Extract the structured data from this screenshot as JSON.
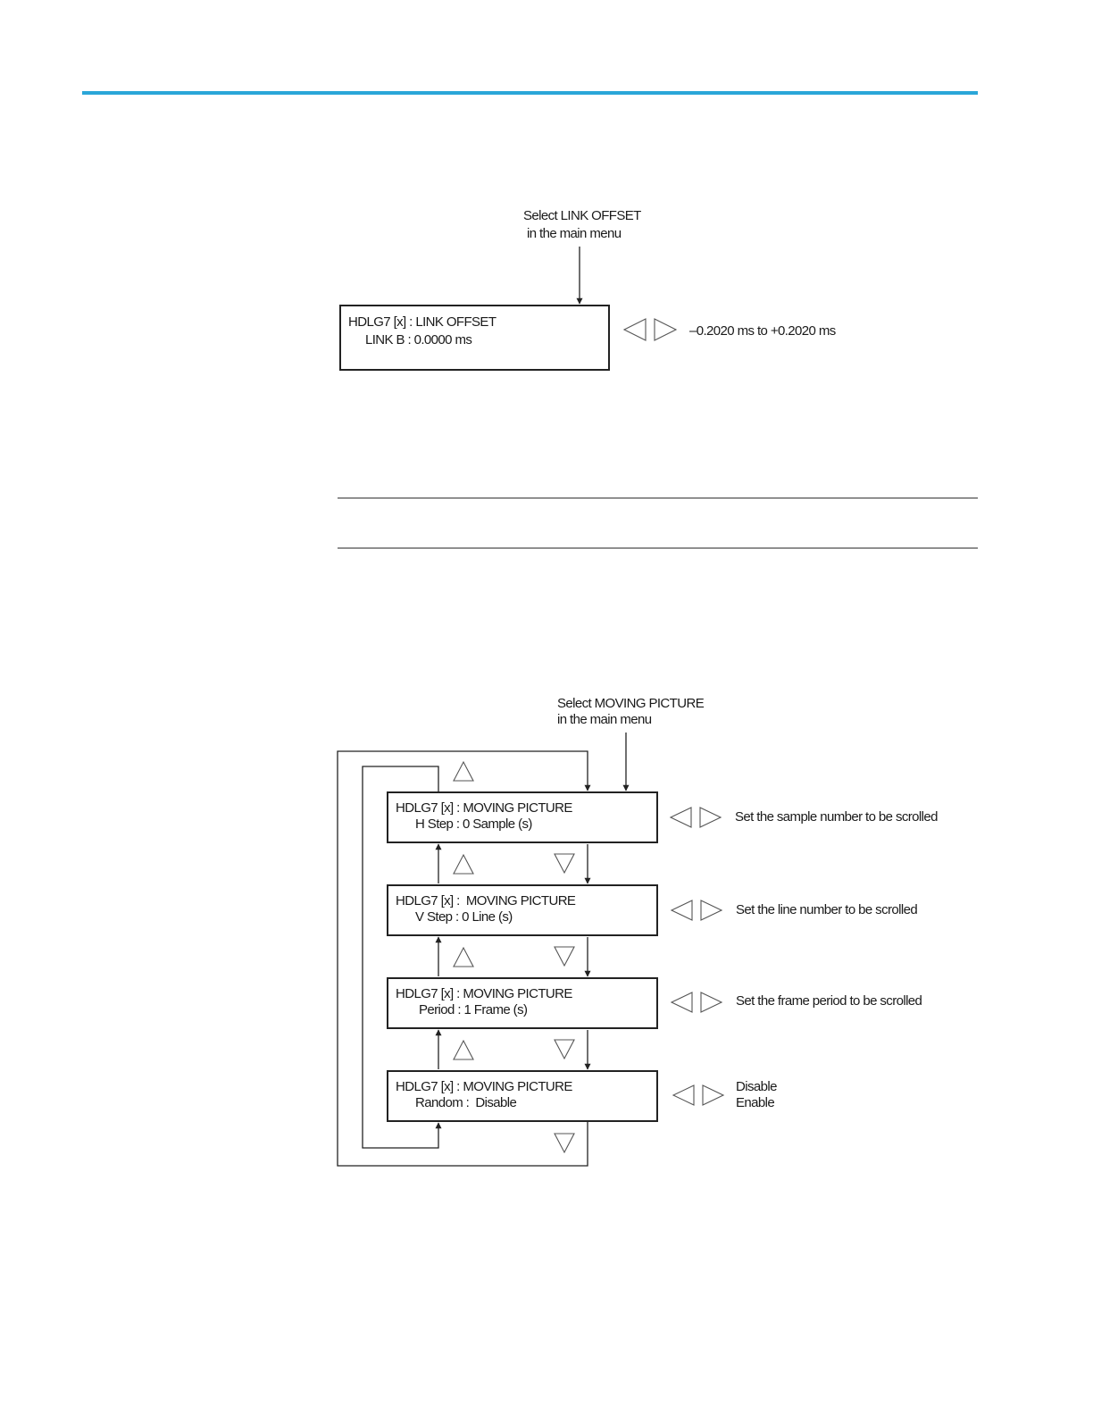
{
  "link_offset": {
    "instruction": [
      "Select LINK OFFSET",
      "in the main menu"
    ],
    "screen": {
      "line1": "HDLG7 [x] : LINK OFFSET",
      "line2": "LINK B : 0.0000 ms"
    },
    "range": "–0.2020 ms to +0.2020 ms"
  },
  "moving_picture": {
    "instruction": [
      "Select MOVING PICTURE",
      "in the main menu"
    ],
    "screens": [
      {
        "line1": "HDLG7 [x] : MOVING PICTURE",
        "line2": "H Step : 0 Sample (s)",
        "desc": [
          "Set the sample number to be scrolled"
        ]
      },
      {
        "line1": "HDLG7 [x] :  MOVING PICTURE",
        "line2": "V Step : 0 Line (s)",
        "desc": [
          "Set the line number to be scrolled"
        ]
      },
      {
        "line1": "HDLG7 [x] : MOVING PICTURE",
        "line2": "Period : 1 Frame (s)",
        "desc": [
          "Set the frame period to be scrolled"
        ]
      },
      {
        "line1": "HDLG7 [x] : MOVING PICTURE",
        "line2": "Random :  Disable",
        "desc": [
          "Disable",
          "Enable"
        ]
      }
    ]
  },
  "icons": {
    "left": "left-arrow-icon",
    "right": "right-arrow-icon",
    "up": "up-arrow-icon",
    "down": "down-arrow-icon"
  },
  "colors": {
    "accent_rule": "#2aa6d8"
  }
}
